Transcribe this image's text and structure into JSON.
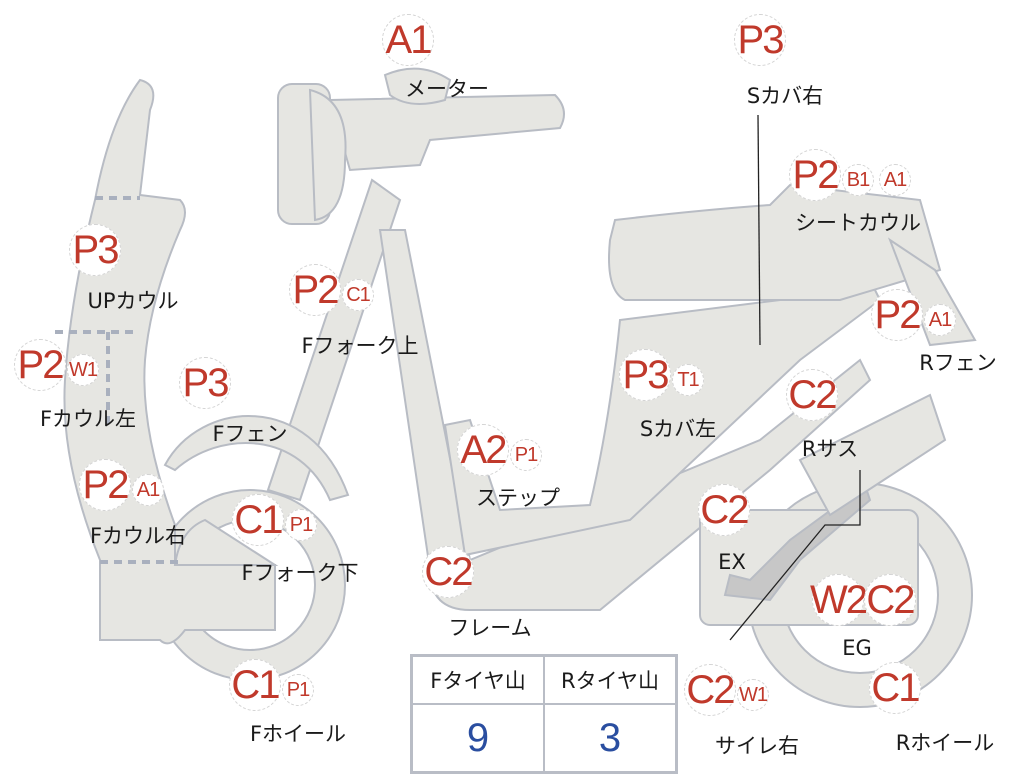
{
  "parts": [
    {
      "name": "meter",
      "codes": [
        "A1"
      ],
      "label": "メーター"
    },
    {
      "name": "side-cover-right",
      "codes": [
        "P3"
      ],
      "label": "Sカバ右"
    },
    {
      "name": "seat-cowl",
      "codes": [
        "P2",
        "B1",
        "A1"
      ],
      "label": "シートカウル"
    },
    {
      "name": "upper-cowl",
      "codes": [
        "P3"
      ],
      "label": "UPカウル"
    },
    {
      "name": "front-fork-upper",
      "codes": [
        "P2",
        "C1"
      ],
      "label": "Fフォーク上"
    },
    {
      "name": "rear-fender",
      "codes": [
        "P2",
        "A1"
      ],
      "label": "Rフェン"
    },
    {
      "name": "front-cowl-left",
      "codes": [
        "P2",
        "W1"
      ],
      "label": "Fカウル左"
    },
    {
      "name": "front-fender",
      "codes": [
        "P3"
      ],
      "label": "Fフェン"
    },
    {
      "name": "side-cover-left",
      "codes": [
        "P3",
        "T1"
      ],
      "label": "Sカバ左"
    },
    {
      "name": "rear-suspension",
      "codes": [
        "C2"
      ],
      "label": "Rサス"
    },
    {
      "name": "step",
      "codes": [
        "A2",
        "P1"
      ],
      "label": "ステップ"
    },
    {
      "name": "front-cowl-right",
      "codes": [
        "P2",
        "A1"
      ],
      "label": "Fカウル右"
    },
    {
      "name": "front-fork-lower",
      "codes": [
        "C1",
        "P1"
      ],
      "label": "Fフォーク下"
    },
    {
      "name": "exhaust",
      "codes": [
        "C2"
      ],
      "label": "EX"
    },
    {
      "name": "frame",
      "codes": [
        "C2"
      ],
      "label": "フレーム"
    },
    {
      "name": "engine",
      "codes": [
        "W2",
        "C2"
      ],
      "label": "EG"
    },
    {
      "name": "front-wheel",
      "codes": [
        "C1",
        "P1"
      ],
      "label": "Fホイール"
    },
    {
      "name": "muffler-right",
      "codes": [
        "C2",
        "W1"
      ],
      "label": "サイレ右"
    },
    {
      "name": "rear-wheel",
      "codes": [
        "C1"
      ],
      "label": "Rホイール"
    }
  ],
  "tyre_table": {
    "headers": [
      "Fタイヤ山",
      "Rタイヤ山"
    ],
    "values": [
      "9",
      "3"
    ]
  },
  "colors": {
    "code": "#c0392b",
    "value": "#2a4ea0",
    "body": "#e6e6e2",
    "outline": "#b8bcc4"
  }
}
